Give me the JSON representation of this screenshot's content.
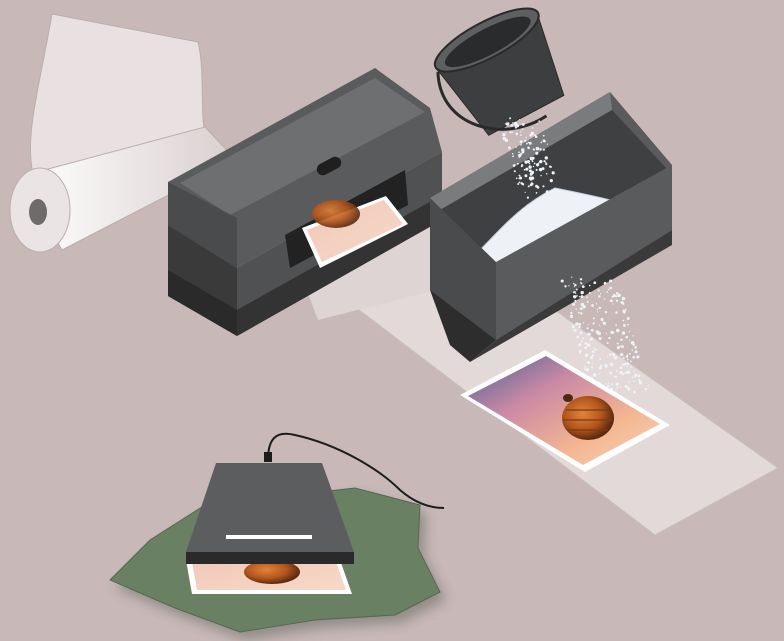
{
  "scene": {
    "background": "#c8b8b8",
    "objects": [
      "paper-roll",
      "wide-format-printer",
      "printed-photo",
      "paper-web",
      "bucket",
      "powder-stream",
      "powder-hopper",
      "coated-photo",
      "flatbed-scanner",
      "scanner-cable",
      "scanned-photo",
      "green-base-mat"
    ]
  },
  "colors": {
    "machine_dark": "#3a3a3b",
    "machine_mid": "#5a5b5c",
    "machine_light": "#7a7b7d",
    "paper": "#e2d9d8",
    "powder": "#eef2f6",
    "mat_green": "#6a8063",
    "sunset_orange": "#f2a478",
    "sky_blue": "#4b5f96",
    "balloon": "#b4561c"
  }
}
